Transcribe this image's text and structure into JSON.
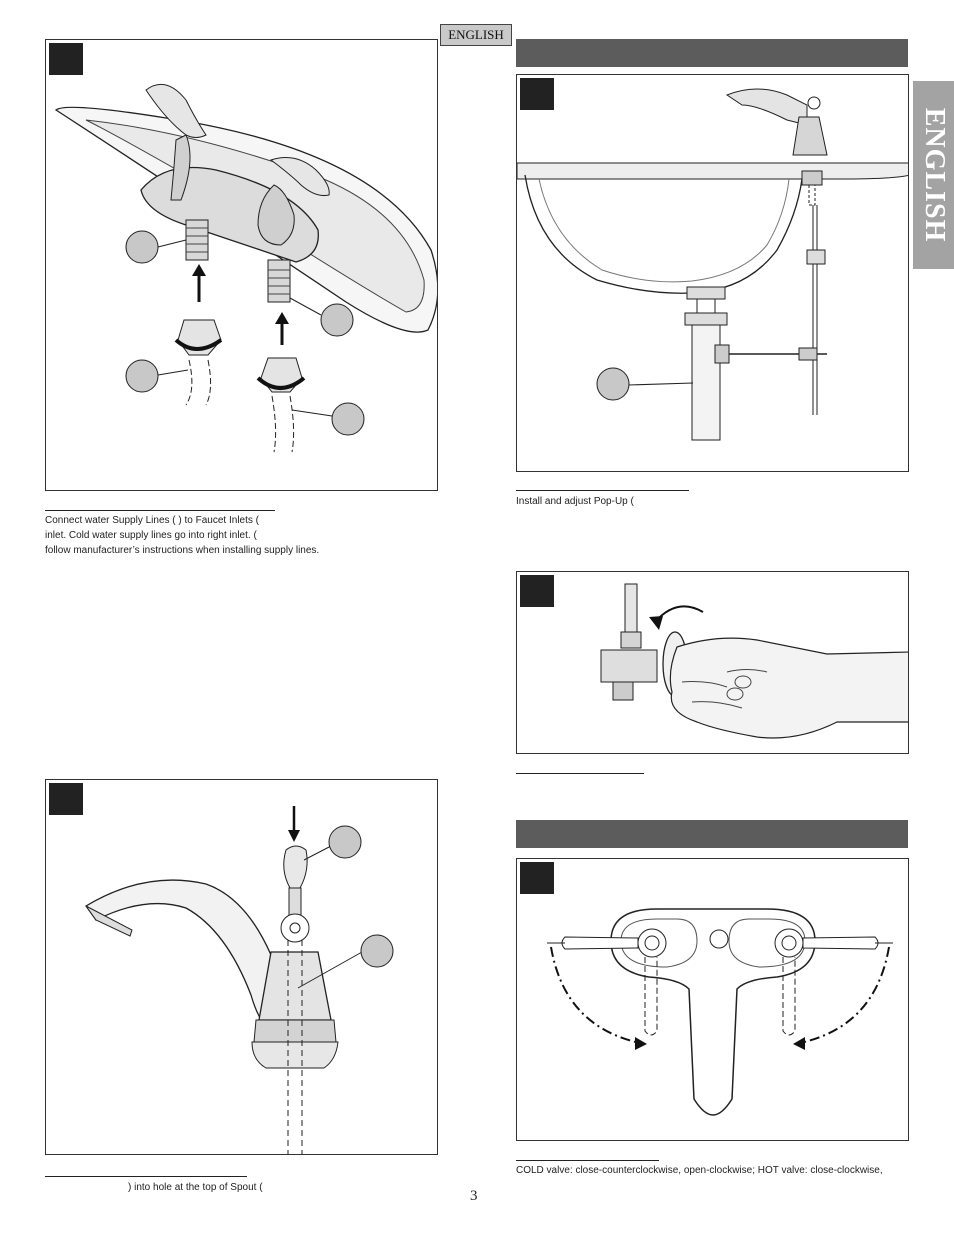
{
  "header": {
    "language_tag": "ENGLISH"
  },
  "side_tab": {
    "label": "ENGLISH"
  },
  "captions": {
    "supply_lines": [
      "Connect water Supply Lines (     ) to Faucet Inlets (",
      "inlet. Cold water supply lines go into right inlet. (",
      "follow manufacturer’s instructions when installing supply lines."
    ],
    "popup": "Install and adjust Pop-Up (",
    "handle": ") into hole at the top of Spout (",
    "valves": "COLD valve: close-counterclockwise, open-clockwise; HOT valve: close-clockwise,"
  },
  "page_number": "3",
  "colors": {
    "badge": "#222222",
    "section_bar": "#5c5c5c",
    "callout": "#c8c8c8",
    "side_tab": "#a3a3a3"
  },
  "icons": [
    "up-arrow-icon",
    "down-arrow-icon",
    "rotate-arrow-icon"
  ]
}
